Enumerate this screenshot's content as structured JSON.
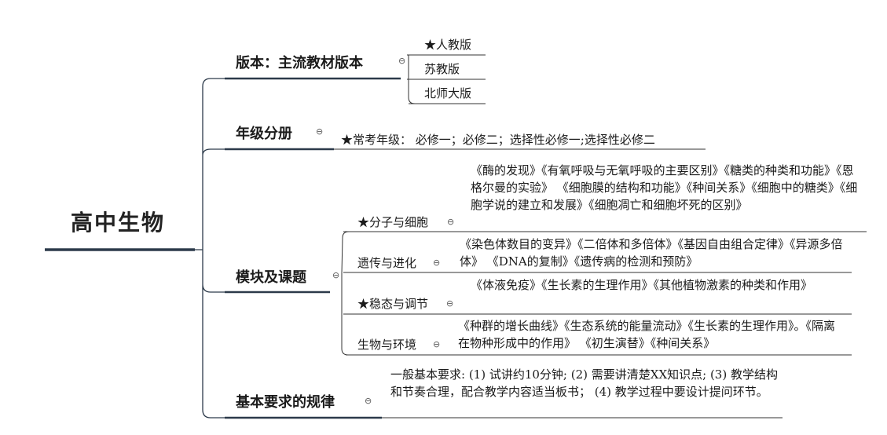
{
  "root": {
    "label": "高中生物"
  },
  "edition": {
    "label": "版本：主流教材版本",
    "items": [
      "★人教版",
      "苏教版",
      "北师大版"
    ]
  },
  "grade": {
    "label": "年级分册",
    "note": "★常考年级：  必修一；必修二；选择性必修一;选择性必修二"
  },
  "modules": {
    "label": "模块及课题",
    "items": [
      {
        "label": "★分子与细胞",
        "topics": "《酶的发现》《有氧呼吸与无氧呼吸的主要区别》《糖类的种类和功能》《恩格尔曼的实验》 《细胞膜的结构和功能》《种间关系》《细胞中的糖类》《细胞学说的建立和发展》《细胞凋亡和细胞坏死的区别》"
      },
      {
        "label": "遗传与进化",
        "topics": "《染色体数目的变异》《二倍体和多倍体》《基因自由组合定律》《异源多倍体》 《DNA的复制》《遗传病的检测和预防》"
      },
      {
        "label": "★稳态与调节",
        "topics": "《体液免疫》《生长素的生理作用》《其他植物激素的种类和作用》"
      },
      {
        "label": "生物与环境",
        "topics": "《种群的增长曲线》《生态系统的能量流动》《生长素的生理作用》。《隔离在物种形成中的作用》 《初生演替》《种间关系》"
      }
    ]
  },
  "rules": {
    "label": "基本要求的规律",
    "text": "一般基本要求: (1) 试讲约10分钟; (2) 需要讲清楚XX知识点; (3) 教学结构和节奏合理，配合教学内容适当板书； (4) 教学过程中要设计提问环节。"
  },
  "collapse_symbol": "⊖",
  "colors": {
    "root_line": "#2c3a4a",
    "branch_line": "#2c3a4a",
    "leaf_line": "#333333"
  }
}
